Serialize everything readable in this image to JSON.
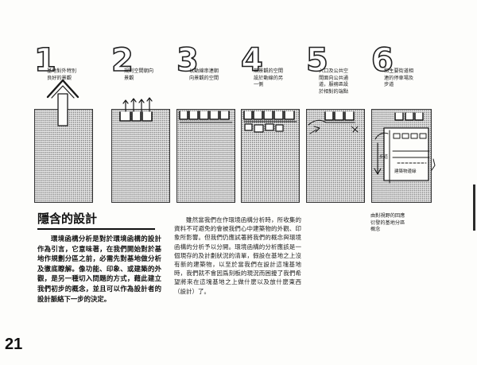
{
  "steps": [
    {
      "number": "1",
      "caption": "基地對外特別\n良好的景觀"
    },
    {
      "number": "2",
      "caption": "規則空間朝向\n景觀"
    },
    {
      "number": "3",
      "caption": "以動線串連朝\n向景觀的空間"
    },
    {
      "number": "4",
      "caption": "無景觀的空間\n設於動線的另\n一側"
    },
    {
      "number": "5",
      "caption": "入口及公共空\n間面向公共通\n道，服務區設\n於相對的端點"
    },
    {
      "number": "6",
      "caption": "和主要街道相\n連的停車場及\n步道"
    }
  ],
  "diagram6": {
    "label_left": "步道",
    "label_bottom": "建築物邊緣"
  },
  "section": {
    "title": "隱含的設計",
    "left_text": "環境函構分析是對於環境函構的設計作為引言，它意味著，在我們開始對於基地作規劃分區之前，必需先對基地做分析及徹底瞭解。像功能、印象、或建築的外觀，是另一種切入問題的方式，藉此建立我們初步的概念，並且可以作為設計者的設計脈絡下一步的決定。",
    "middle_text": "雖然當我們在作環境函構分析時，所收集的資料不可避免的會被我們心中建築物的外觀、印象所影響。但我們仍應試著將我們的概念與環境函構的分析予以分開。環境函構的分析應該是一個現存的及計劃狀況的清單，假設在基地之上沒有新的建築物，以至於當我們在設計這塊基地時，我們就不會因爲刻板的現況而困擾了我們希望將來在這塊基地之上做什麼以及放什麼東西（設計）了。",
    "figure_note": "由對視野的回應\n衍發的基地分區\n概念"
  },
  "page_number": "21"
}
